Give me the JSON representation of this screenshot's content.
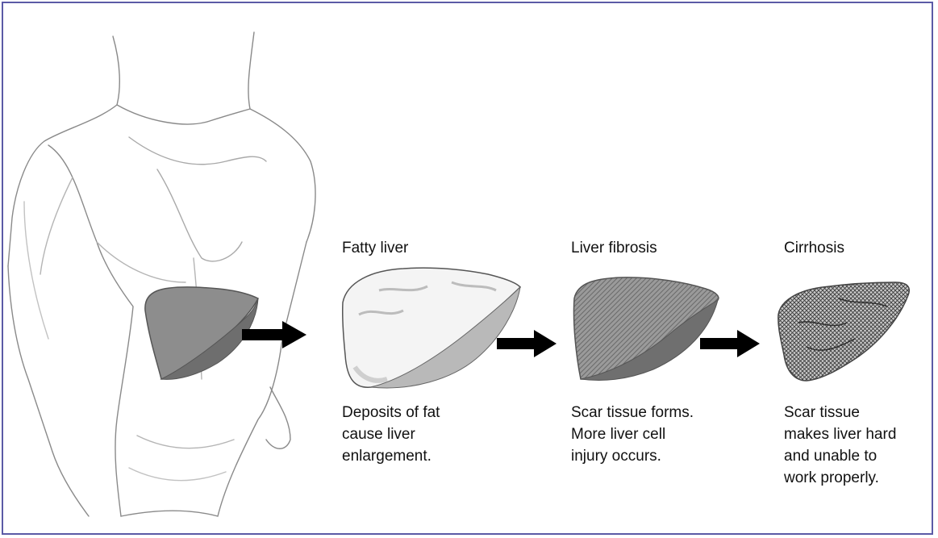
{
  "colors": {
    "border": "#5b5aa6",
    "arrow": "#000000",
    "liver_dark": "#7d7d7d",
    "liver_light": "#a7a7a7"
  },
  "stages": [
    {
      "title": "Fatty liver",
      "description_lines": [
        "Deposits of fat",
        "cause liver",
        "enlargement."
      ]
    },
    {
      "title": "Liver fibrosis",
      "description_lines": [
        "Scar tissue forms.",
        "More liver cell",
        "injury occurs."
      ]
    },
    {
      "title": "Cirrhosis",
      "description_lines": [
        "Scar tissue",
        "makes liver hard",
        "and unable to",
        "work properly."
      ]
    }
  ]
}
